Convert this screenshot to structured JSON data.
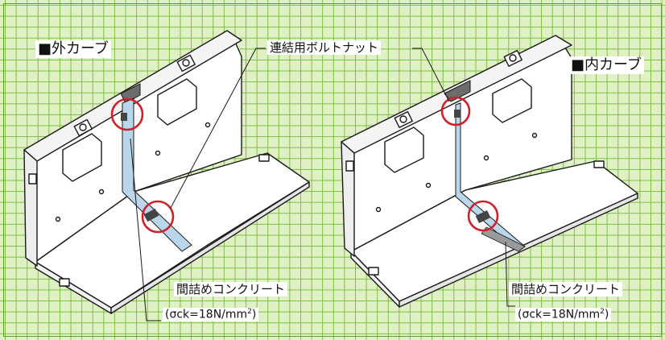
{
  "labels": {
    "outer_curve": "■外カーブ",
    "inner_curve": "■内カーブ",
    "bolt_nut": "連結用ボルトナット"
  },
  "callouts": [
    {
      "text": "間詰めコンクリート",
      "spec": {
        "open": "(",
        "sigma": "σ",
        "ck": "ck=18N/mm",
        "exp": "2",
        "close": ")"
      }
    },
    {
      "text": "間詰めコンクリート",
      "spec": {
        "open": "(",
        "sigma": "σ",
        "ck": "ck=18N/mm",
        "exp": "2",
        "close": ")"
      }
    }
  ],
  "colors": {
    "grid": "#7bbf3f",
    "background": "#dff0c4",
    "highlight_circle": "#d0202a",
    "joint_fill": "#b9d6ea",
    "outline": "#1a1a1a"
  }
}
